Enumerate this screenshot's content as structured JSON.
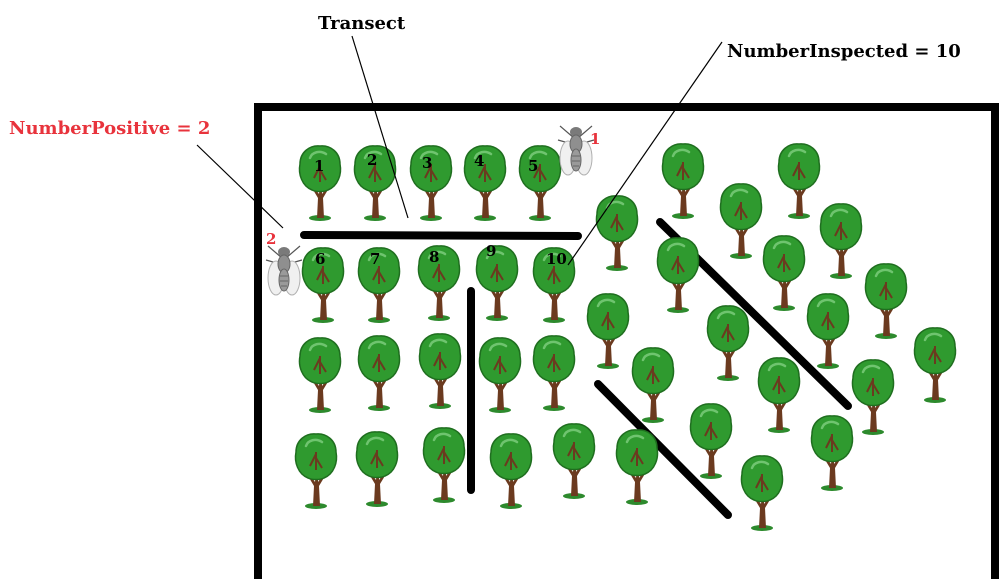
{
  "annotations": {
    "transect_label": "Transect",
    "number_inspected_label": "NumberInspected = 10",
    "number_positive_label": "NumberPositive = 2"
  },
  "inspected_tree_numbers": [
    "1",
    "2",
    "3",
    "4",
    "5",
    "6",
    "7",
    "8",
    "9",
    "10"
  ],
  "fly_numbers": [
    "1",
    "2"
  ],
  "colors": {
    "positive_text": "#e8333c",
    "text": "#000000",
    "foliage": "#2f9a2f",
    "foliage_dark": "#1f6e1f",
    "trunk": "#6b3a1f",
    "ground": "#2d8a2d",
    "line": "#000000",
    "fly_body": "#8f8f8f"
  },
  "icons": [
    "tree-icon",
    "fly-icon"
  ]
}
